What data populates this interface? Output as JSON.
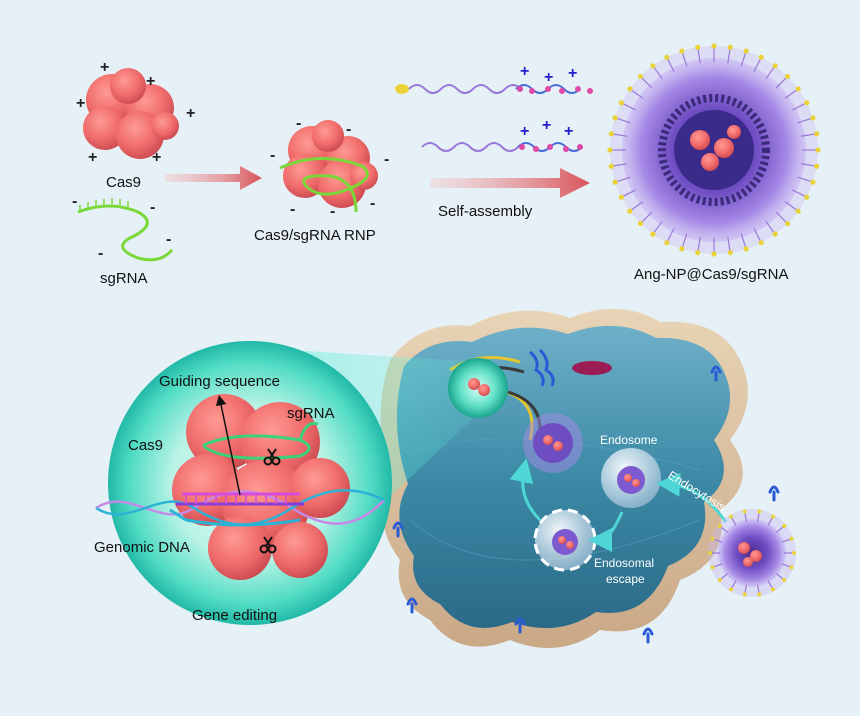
{
  "labels": {
    "cas9": "Cas9",
    "sgrna": "sgRNA",
    "rnp": "Cas9/sgRNA RNP",
    "self_assembly": "Self-assembly",
    "nanoparticle": "Ang-NP@Cas9/sgRNA",
    "guiding_sequence": "Guiding sequence",
    "inset_cas9": "Cas9",
    "inset_sgrna": "sgRNA",
    "genomic_dna": "Genomic DNA",
    "gene_editing": "Gene editing",
    "endosome": "Endosome",
    "endocytosis": "Endocytosis",
    "endosomal": "Endosomal",
    "escape": "escape"
  },
  "charges": {
    "positive": "+",
    "negative": "-"
  },
  "colors": {
    "background": "#e6f0f7",
    "protein": "#ef6a6a",
    "sgrna_green": "#7ad83a",
    "arrow_pink": "#d9535a",
    "nanoparticle_purple": "#8a63d2",
    "peg_tip_yellow": "#ecd23a",
    "cell_teal": "#3c8aa6",
    "cell_membrane": "#d8bf9c",
    "inset_glow": "#39d8c2",
    "receptor_blue": "#2a5bd7"
  }
}
